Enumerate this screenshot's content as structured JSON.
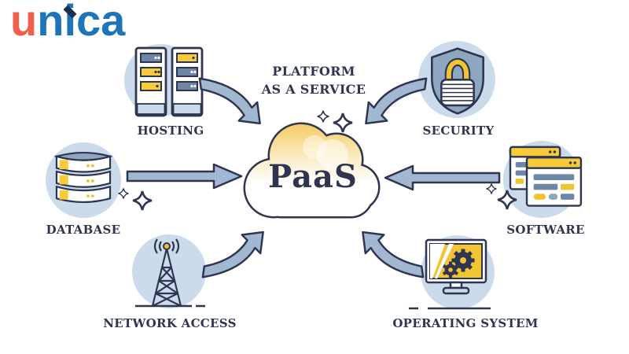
{
  "logo": {
    "text": "unica",
    "u": "u",
    "n": "n",
    "i": "i",
    "ca": "ca"
  },
  "header": {
    "title_line1": "PLATFORM",
    "title_line2": "AS A SERVICE"
  },
  "cloud": {
    "label": "PaaS"
  },
  "nodes": {
    "hosting": {
      "label": "HOSTING",
      "icon": "server-rack-icon"
    },
    "security": {
      "label": "SECURITY",
      "icon": "shield-lock-icon"
    },
    "database": {
      "label": "DATABASE",
      "icon": "database-stack-icon"
    },
    "software": {
      "label": "SOFTWARE",
      "icon": "app-windows-icon"
    },
    "network": {
      "label": "NETWORK ACCESS",
      "icon": "radio-tower-icon"
    },
    "os": {
      "label": "OPERATING SYSTEM",
      "icon": "monitor-gears-icon"
    }
  },
  "colors": {
    "outline_navy": "#2f3550",
    "circle_bg": "#cbdbeb",
    "arrow_fill": "#a2b8d1",
    "accent_yellow": "#f7cb3a",
    "steel_blue": "#6d88a7",
    "shield_blue": "#8ca7bf",
    "cloud_gradient_top": "#f5cf6b",
    "logo_orange": "#f0614d",
    "logo_blue": "#1d74b9",
    "text_navy": "#2f3550"
  }
}
